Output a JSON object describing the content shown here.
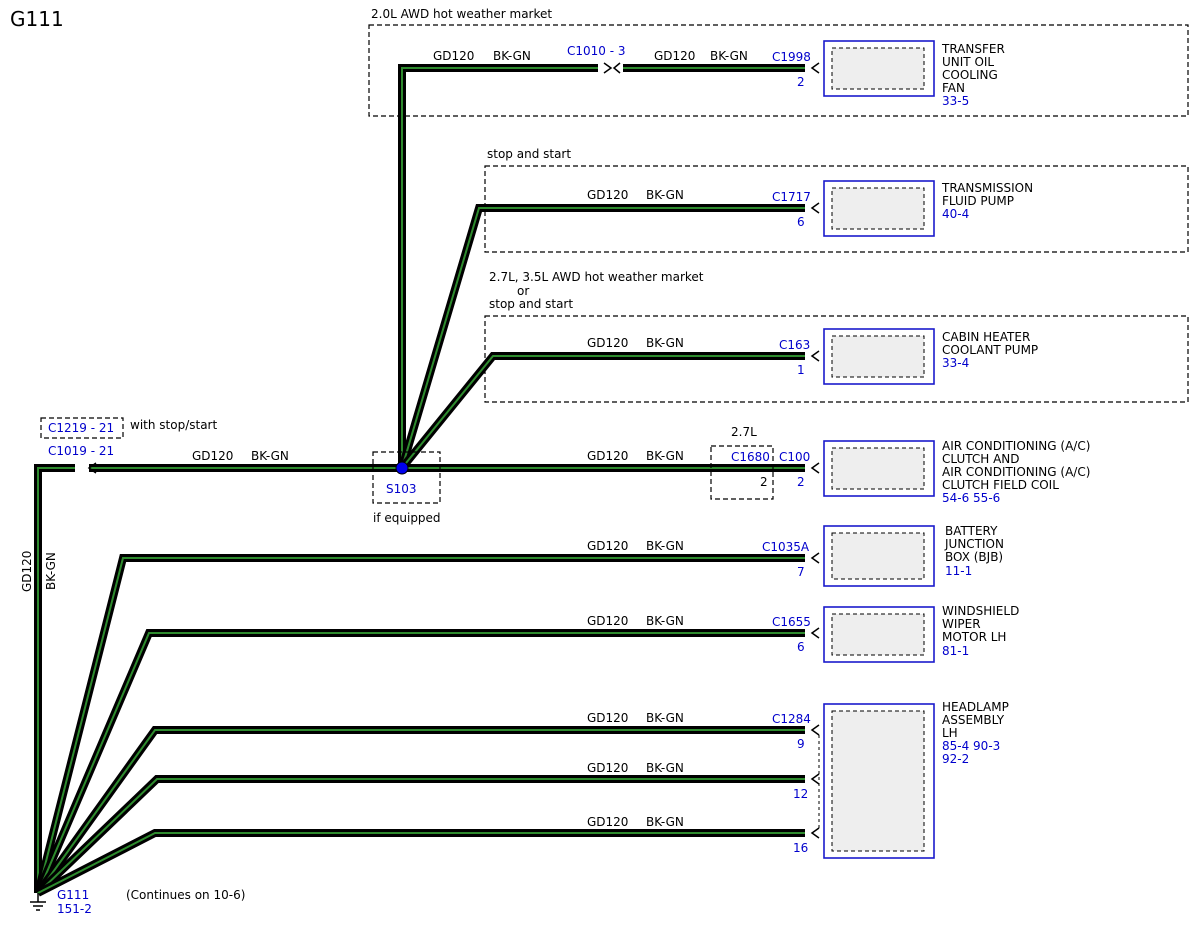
{
  "page_title": "G111",
  "notes": {
    "hot_weather_2_0": "2.0L AWD hot weather market",
    "stop_start_1": "stop and start",
    "hot_weather_2_7_line1": "2.7L, 3.5L AWD hot weather market",
    "hot_weather_2_7_or": "or",
    "hot_weather_2_7_line2": "stop and start",
    "variant_2_7": "2.7L",
    "with_stop_start": "with stop/start",
    "if_equipped": "if equipped",
    "continues": "(Continues on 10-6)"
  },
  "wire": {
    "circuit": "GD120",
    "color": "BK-GN"
  },
  "splice": {
    "id": "S103"
  },
  "ground": {
    "id": "G111",
    "page": "151-2"
  },
  "left_connectors": {
    "c1219": "C1219 - 21",
    "c1019": "C1019 - 21"
  },
  "inline_connectors": {
    "c1010": "C1010 - 3",
    "c1680": "C1680",
    "c1680_pin": "2"
  },
  "components": [
    {
      "connector": "C1998",
      "pin": "2",
      "name": [
        "TRANSFER",
        "UNIT OIL",
        "COOLING",
        "FAN"
      ],
      "refs": "33-5"
    },
    {
      "connector": "C1717",
      "pin": "6",
      "name": [
        "TRANSMISSION",
        "FLUID PUMP"
      ],
      "refs": "40-4"
    },
    {
      "connector": "C163",
      "pin": "1",
      "name": [
        "CABIN HEATER",
        "COOLANT PUMP"
      ],
      "refs": "33-4"
    },
    {
      "connector": "C100",
      "pin": "2",
      "name": [
        "AIR CONDITIONING (A/C)",
        "CLUTCH AND",
        "AIR CONDITIONING (A/C)",
        "CLUTCH FIELD COIL"
      ],
      "refs": "54-6   55-6"
    },
    {
      "connector": "C1035A",
      "pin": "7",
      "name": [
        "BATTERY",
        "JUNCTION",
        "BOX (BJB)"
      ],
      "refs": "11-1"
    },
    {
      "connector": "C1655",
      "pin": "6",
      "name": [
        "WINDSHIELD",
        "WIPER",
        "MOTOR LH"
      ],
      "refs": "81-1"
    },
    {
      "connector": "C1284",
      "pins": [
        "9",
        "12",
        "16"
      ],
      "name": [
        "HEADLAMP",
        "ASSEMBLY",
        "LH"
      ],
      "refs": "85-4   90-3",
      "refs2": "92-2"
    }
  ],
  "colors": {
    "wire_outer": "#000000",
    "wire_inner": "#2e8b2e",
    "connector_text": "#0000cc",
    "component_border": "#1a1acc",
    "component_fill": "#eeeeee",
    "splice_dot": "#0000ee"
  }
}
